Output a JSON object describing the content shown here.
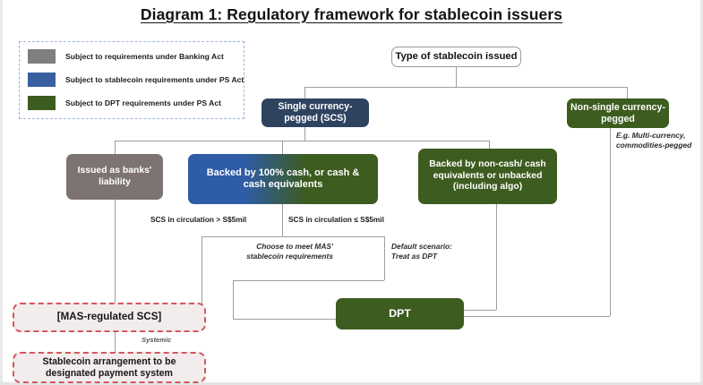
{
  "title": "Diagram 1: Regulatory framework for stablecoin issuers",
  "colors": {
    "banking_gray": "#7f7f7f",
    "stablecoin_blue": "#3a5fa0",
    "dpt_green": "#3d5c1f",
    "navy": "#2e4360",
    "node_gray": "#7d7472",
    "dashed_red": "#d4575c",
    "connector": "#9e9e9e"
  },
  "legend": {
    "items": [
      {
        "swatch_color": "#7f7f7f",
        "label": "Subject to requirements under Banking Act"
      },
      {
        "swatch_color": "#3a5fa0",
        "label": "Subject to stablecoin requirements under PS Act"
      },
      {
        "swatch_color": "#3d5c1f",
        "label": "Subject to DPT requirements under PS Act"
      }
    ]
  },
  "nodes": {
    "root": "Type of stablecoin issued",
    "scs": "Single currency-pegged (SCS)",
    "non_single": "Non-single currency-pegged",
    "banks_liability": "Issued as banks' liability",
    "backed_cash": "Backed by 100% cash, or cash & cash equivalents",
    "backed_noncash": "Backed by non-cash/ cash equivalents or unbacked (including algo)",
    "mas_regulated": "[MAS-regulated SCS]",
    "designated_payment": "Stablecoin arrangement to be designated payment system",
    "dpt": "DPT"
  },
  "annotations": {
    "non_single_note": "E.g. Multi-currency, commodities-pegged",
    "threshold_above": "SCS in circulation > S$5mil",
    "threshold_below": "SCS in circulation ≤ S$5mil",
    "choose_mas": "Choose to meet MAS' stablecoin requirements",
    "default_dpt": "Default scenario: Treat as DPT",
    "systemic": "Systemic"
  }
}
